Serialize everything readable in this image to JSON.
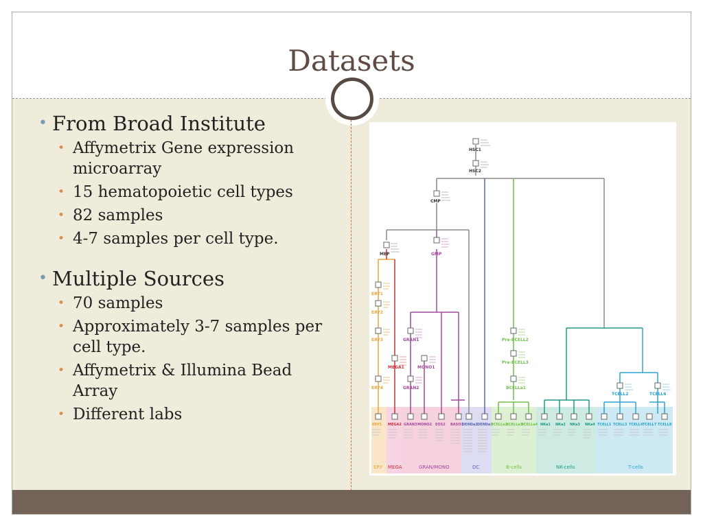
{
  "slide": {
    "title": "Datasets"
  },
  "content": {
    "section1": {
      "heading": "From Broad Institute",
      "items": [
        "Affymetrix Gene expression microarray",
        "15 hematopoietic cell types",
        "82 samples",
        "4-7 samples per cell type."
      ]
    },
    "section2": {
      "heading": "Multiple Sources",
      "items": [
        "70 samples",
        "Approximately 3-7 samples per cell type.",
        "Affymetrix & Illumina Bead Array",
        "Different labs"
      ]
    }
  },
  "diagram": {
    "nodes": {
      "hsc1": "HSC1",
      "hsc2": "HSC2",
      "cmp": "CMP",
      "mep": "MEP",
      "gmp": "GMP",
      "ery1": "ERY1",
      "ery2": "ERY2",
      "ery3": "ERY3",
      "ery4": "ERY4",
      "mega1": "MEGA1",
      "gran1": "GRAN1",
      "gran2": "GRAN2",
      "mono1": "MONO1",
      "prebcell2": "Pre-BCELL2",
      "prebcell3": "Pre-BCELL3",
      "bcell1": "BCELLa1",
      "tcell2": "TCELL2",
      "tcell6": "TCELL6"
    },
    "leaves": [
      "ERY5",
      "MEGA2",
      "GRAN3",
      "MONO2",
      "EOS2",
      "BASO1",
      "DENDa2",
      "DENDa1",
      "BCELLa2",
      "BCELLa3",
      "BCELLa4",
      "NKa1",
      "NKa2",
      "NKa3",
      "NKa4",
      "TCELL1",
      "TCELL3",
      "TCELL4",
      "TCELL7",
      "TCELL8"
    ],
    "groups": [
      "ERY",
      "MEGA",
      "GRAN/MONO",
      "DC",
      "B-cells",
      "NK-cells",
      "T-cells"
    ],
    "colors": {
      "ery": "#e9a53c",
      "mega": "#c7303a",
      "gran": "#a0489b",
      "dc": "#5b67b1",
      "b": "#6fbf4a",
      "nk": "#1f9a86",
      "t": "#2aa3cf",
      "root": "#8a8a8a"
    }
  }
}
